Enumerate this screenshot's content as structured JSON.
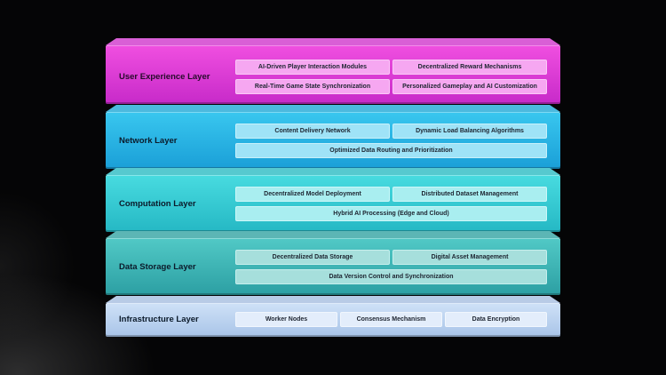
{
  "layers": [
    {
      "key": "ux",
      "title": "User Experience Layer",
      "rows": [
        [
          "AI-Driven Player Interaction Modules",
          "Decentralized Reward Mechanisms"
        ],
        [
          "Real-Time Game State Synchronization",
          "Personalized Gameplay and AI Customization"
        ]
      ]
    },
    {
      "key": "net",
      "title": "Network Layer",
      "rows": [
        [
          "Content Delivery Network",
          "Dynamic Load Balancing Algorithms"
        ],
        [
          "Optimized Data Routing and Prioritization"
        ]
      ]
    },
    {
      "key": "comp",
      "title": "Computation Layer",
      "rows": [
        [
          "Decentralized Model Deployment",
          "Distributed Dataset Management"
        ],
        [
          "Hybrid AI Processing (Edge and Cloud)"
        ]
      ]
    },
    {
      "key": "ds",
      "title": "Data Storage Layer",
      "rows": [
        [
          "Decentralized Data Storage",
          "Digital Asset Management"
        ],
        [
          "Data Version Control and Synchronization"
        ]
      ]
    },
    {
      "key": "infra",
      "title": "Infrastructure Layer",
      "rows": [
        [
          "Worker Nodes",
          "Consensus Mechanism",
          "Data Encryption"
        ]
      ]
    }
  ]
}
